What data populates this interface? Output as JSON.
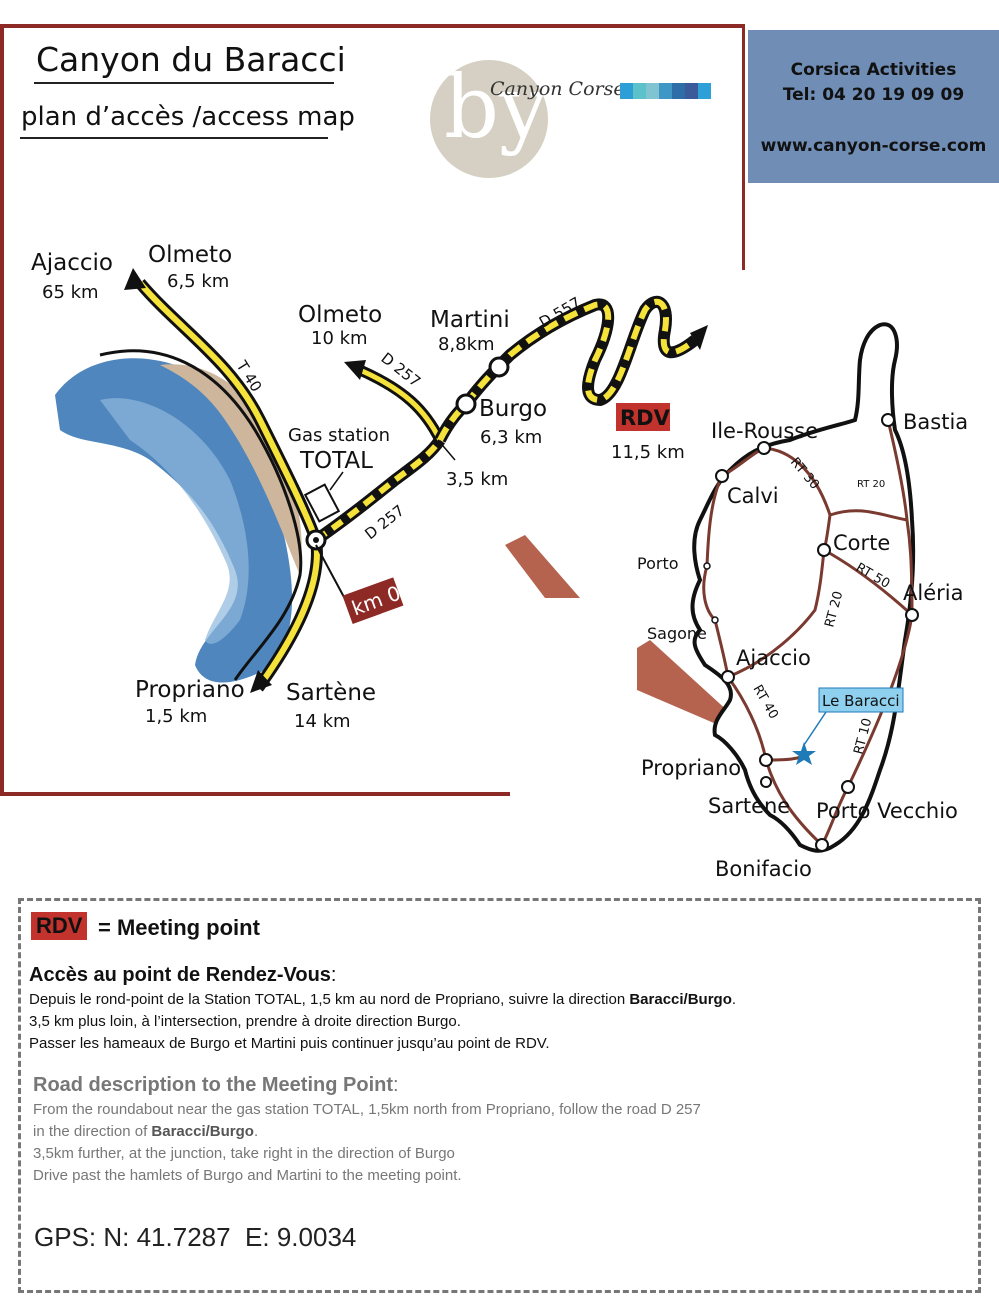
{
  "header": {
    "title": "Canyon du Baracci",
    "subtitle": "plan d’accès /access map",
    "logo_letters": "by",
    "logo_text": "Canyon Corse",
    "logo_colors": [
      "#2e9fd6",
      "#5cc1c9",
      "#7fc4d0",
      "#3f97c5",
      "#2e6ea8",
      "#3b5a9a",
      "#2ea0d8"
    ]
  },
  "contact": {
    "company": "Corsica Activities",
    "phone": "Tel: 04 20 19 09 09",
    "website": "www.canyon-corse.com",
    "bg_color": "#6f8db5"
  },
  "local_map": {
    "places": {
      "ajaccio": "Ajaccio",
      "ajaccio_dist": "65 km",
      "olmeto_a": "Olmeto",
      "olmeto_a_dist": "6,5 km",
      "olmeto_b": "Olmeto",
      "olmeto_b_dist": "10 km",
      "martini": "Martini",
      "martini_dist": "8,8km",
      "burgo": "Burgo",
      "burgo_dist": "6,3 km",
      "junction_dist": "3,5 km",
      "gas_station": "Gas station",
      "total": "TOTAL",
      "propriano": "Propriano",
      "propriano_dist": "1,5 km",
      "sartene": "Sartène",
      "sartene_dist": "14 km",
      "rdv": "RDV",
      "rdv_dist": "11,5 km",
      "km0": "km 0"
    },
    "roads": {
      "t40": "T 40",
      "d257_a": "D 257",
      "d257_b": "D 257",
      "d557": "D 557"
    },
    "colors": {
      "road_yellow": "#f5e23a",
      "sea_blue": "#4f86bd",
      "beach": "#cdb69b",
      "rdv_red": "#c3332d",
      "km0_red": "#8e2a25"
    }
  },
  "corsica_map": {
    "cities": {
      "bastia": "Bastia",
      "ile_rousse": "Ile-Rousse",
      "calvi": "Calvi",
      "corte": "Corte",
      "aleria": "Aléria",
      "porto": "Porto",
      "sagone": "Sagone",
      "ajaccio": "Ajaccio",
      "propriano": "Propriano",
      "sartene": "Sartène",
      "porto_vecchio": "Porto Vecchio",
      "bonifacio": "Bonifacio"
    },
    "roads": {
      "rt30": "RT 30",
      "rt20_north": "RT 20",
      "rt50": "RT 50",
      "rt20": "RT 20",
      "rt40": "RT 40",
      "rt10": "RT 10"
    },
    "marker_label": "Le Baracci",
    "colors": {
      "road": "#7a3a30",
      "marker": "#1f7ab8",
      "callout": "#8fd0ee",
      "wedge": "#b5634f"
    }
  },
  "legend": {
    "rdv_badge": "RDV",
    "rdv_meaning": "=  Meeting point",
    "fr_title": "Accès au point de Rendez-Vous",
    "fr_colon": ":",
    "fr_line1_a": "Depuis le rond-point de la Station TOTAL, 1,5 km au nord de Propriano, suivre la direction ",
    "fr_line1_b": "Baracci/Burgo",
    "fr_line1_c": ".",
    "fr_line2": "3,5 km plus loin, à l’intersection,  prendre à droite direction Burgo.",
    "fr_line3": "Passer les hameaux de Burgo et Martini puis continuer jusqu’au point de RDV.",
    "en_title": "Road description to the Meeting Point",
    "en_colon": ":",
    "en_line1": "From the roundabout near the gas station TOTAL, 1,5km north from Propriano, follow the road D 257",
    "en_line2_a": "in the direction of ",
    "en_line2_b": "Baracci/Burgo",
    "en_line2_c": ".",
    "en_line3": "3,5km further, at the junction, take right in the direction of Burgo",
    "en_line4": "Drive past the hamlets of Burgo and Martini to the meeting point.",
    "gps_label": "GPS:",
    "gps_n": "N: 41.7287",
    "gps_e": "E: 9.0034"
  }
}
